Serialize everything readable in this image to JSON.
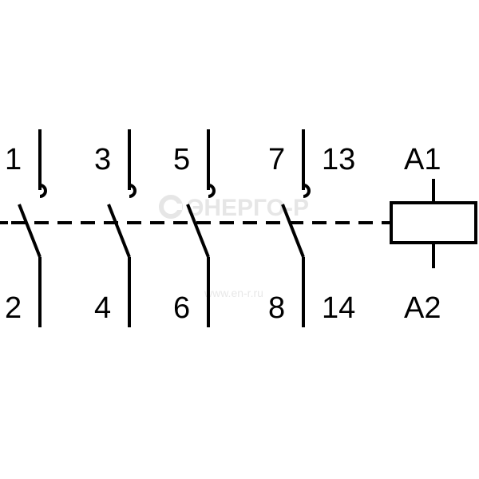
{
  "terminals": {
    "top": [
      "1",
      "3",
      "5",
      "7",
      "13",
      "A1"
    ],
    "bottom": [
      "2",
      "4",
      "6",
      "8",
      "14",
      "A2"
    ]
  },
  "watermark": {
    "brand": "ЭНЕРГО-Р",
    "url": "www.en-r.ru"
  },
  "colors": {
    "ink": "#000000",
    "background": "#ffffff",
    "watermark": "#e6e6e6"
  }
}
